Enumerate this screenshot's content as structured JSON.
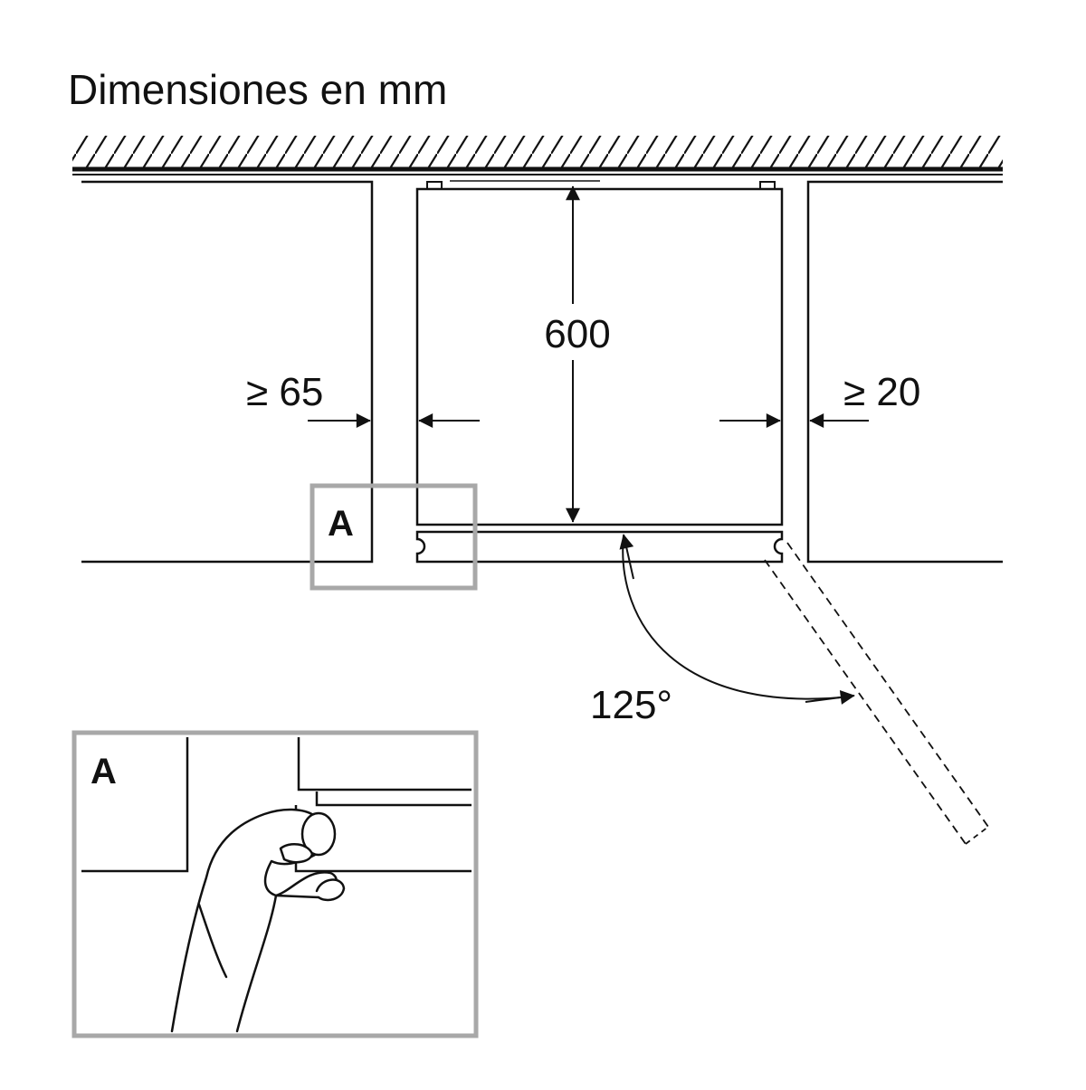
{
  "title": "Dimensiones en mm",
  "dimensions": {
    "depth": "600",
    "left_clearance": "≥ 65",
    "right_clearance": "≥ 20",
    "door_angle": "125°"
  },
  "detail_callout": {
    "label": "A",
    "inset_label": "A"
  },
  "colors": {
    "line": "#111111",
    "callout_frame": "#a8a8a8",
    "background": "#ffffff"
  }
}
